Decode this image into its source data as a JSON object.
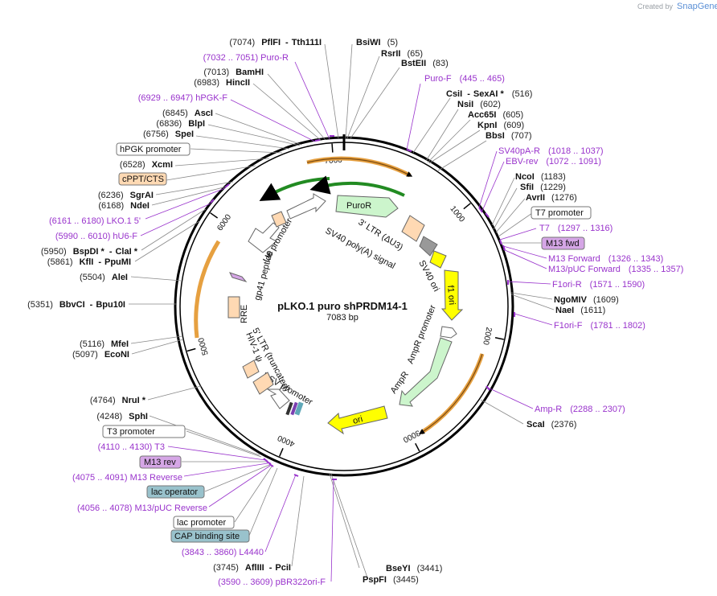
{
  "watermark": {
    "text": "Created by",
    "brand": "SnapGene",
    "brand_color": "#5a8fd6"
  },
  "plasmid": {
    "name": "pLKO.1 puro shPRDM14-1",
    "size": "7083 bp",
    "length": 7083
  },
  "tick_labels": [
    "1000",
    "2000",
    "3000",
    "4000",
    "5000",
    "6000",
    "7000"
  ],
  "colors": {
    "backbone": "#000000",
    "promoter": "#ffffff",
    "orf_green": "#ccf5cc",
    "ori_yellow": "#ffff00",
    "ltr_peach": "#ffd9b3",
    "sv40_gray": "#999999",
    "primer": "#9933cc",
    "arc_orange": "#e6a040",
    "arc_green": "#228b22",
    "misc_blue": "#99c2cc",
    "m13_purple": "#d5a6e6"
  },
  "features": [
    {
      "name": "PuroR",
      "shape": "arrow",
      "fill": "orf_green"
    },
    {
      "name": "3' LTR (ΔU3)",
      "shape": "box",
      "fill": "ltr_peach"
    },
    {
      "name": "SV40 poly(A) signal",
      "shape": "box",
      "fill": "sv40_gray"
    },
    {
      "name": "SV40 ori",
      "shape": "box",
      "fill": "ori_yellow"
    },
    {
      "name": "f1 ori",
      "shape": "arrow",
      "fill": "ori_yellow"
    },
    {
      "name": "AmpR promoter",
      "shape": "arrow",
      "fill": "promoter"
    },
    {
      "name": "AmpR",
      "shape": "arrow",
      "fill": "orf_green"
    },
    {
      "name": "ori",
      "shape": "arrow",
      "fill": "ori_yellow"
    },
    {
      "name": "RSV promoter",
      "shape": "arrow",
      "fill": "promoter"
    },
    {
      "name": "5' LTR (truncated)",
      "shape": "box",
      "fill": "ltr_peach"
    },
    {
      "name": "HIV-1 ψ",
      "shape": "box",
      "fill": "ltr_peach"
    },
    {
      "name": "RRE",
      "shape": "box",
      "fill": "ltr_peach"
    },
    {
      "name": "gp41 peptide",
      "shape": "box",
      "fill": "m13_purple"
    },
    {
      "name": "U6 promoter",
      "shape": "arrow",
      "fill": "promoter"
    }
  ],
  "labels_left": [
    {
      "pos": "(7074)",
      "name": "PflFI",
      "sep": "-",
      "name2": "Tth111I"
    },
    {
      "pos": "",
      "name": "",
      "primer": "(7032 .. 7051)  Puro-R"
    },
    {
      "pos": "(7013)",
      "name": "BamHI"
    },
    {
      "pos": "(6983)",
      "name": "HincII"
    },
    {
      "pos": "",
      "name": "",
      "primer": "(6929 .. 6947)  hPGK-F"
    },
    {
      "pos": "(6845)",
      "name": "AscI"
    },
    {
      "pos": "(6836)",
      "name": "BlpI"
    },
    {
      "pos": "(6756)",
      "name": "SpeI"
    },
    {
      "box": "hPGK promoter"
    },
    {
      "pos": "(6528)",
      "name": "XcmI"
    },
    {
      "box": "cPPT/CTS"
    },
    {
      "pos": "(6236)",
      "name": "SgrAI"
    },
    {
      "pos": "(6168)",
      "name": "NdeI"
    },
    {
      "pos": "",
      "name": "",
      "primer": "(6161 .. 6180)  LKO.1 5'"
    },
    {
      "pos": "",
      "name": "",
      "primer": "(5990 .. 6010)  hU6-F"
    },
    {
      "pos": "(5950)",
      "name": "BspDI *",
      "sep": "-",
      "name2": "ClaI *"
    },
    {
      "pos": "(5861)",
      "name": "KflI",
      "sep": "-",
      "name2": "PpuMI"
    },
    {
      "pos": "(5504)",
      "name": "AleI"
    },
    {
      "pos": "(5351)",
      "name": "BbvCI",
      "sep": "-",
      "name2": "Bpu10I"
    },
    {
      "pos": "(5116)",
      "name": "MfeI"
    },
    {
      "pos": "(5097)",
      "name": "EcoNI"
    },
    {
      "pos": "(4764)",
      "name": "NruI *"
    },
    {
      "pos": "(4248)",
      "name": "SphI"
    },
    {
      "box": "T3 promoter"
    },
    {
      "pos": "",
      "name": "",
      "primer": "(4110 .. 4130)  T3"
    },
    {
      "box": "M13 rev"
    },
    {
      "pos": "",
      "name": "",
      "primer": "(4075 .. 4091)  M13 Reverse"
    },
    {
      "box": "lac operator"
    },
    {
      "pos": "",
      "name": "",
      "primer": "(4056 .. 4078)  M13/pUC Reverse"
    },
    {
      "box": "lac promoter"
    },
    {
      "box": "CAP binding site"
    },
    {
      "pos": "",
      "name": "",
      "primer": "(3843 .. 3860)  L4440"
    },
    {
      "pos": "(3745)",
      "name": "AflIII",
      "sep": "-",
      "name2": "PciI"
    },
    {
      "pos": "",
      "name": "",
      "primer": "(3590 .. 3609)  pBR322ori-F"
    }
  ],
  "labels_right": [
    {
      "name": "BsiWI",
      "pos": "(5)"
    },
    {
      "name": "RsrII",
      "pos": "(65)"
    },
    {
      "name": "BstEII",
      "pos": "(83)"
    },
    {
      "primer": "Puro-F",
      "range": "(445 .. 465)"
    },
    {
      "name": "CsiI",
      "sep": "-",
      "name2": "SexAI *",
      "pos": "(516)"
    },
    {
      "name": "NsiI",
      "pos": "(602)"
    },
    {
      "name": "Acc65I",
      "pos": "(605)"
    },
    {
      "name": "KpnI",
      "pos": "(609)"
    },
    {
      "name": "BbsI",
      "pos": "(707)"
    },
    {
      "primer": "SV40pA-R",
      "range": "(1018 .. 1037)"
    },
    {
      "primer": "EBV-rev",
      "range": "(1072 .. 1091)"
    },
    {
      "name": "NcoI",
      "pos": "(1183)"
    },
    {
      "name": "SfiI",
      "pos": "(1229)"
    },
    {
      "name": "AvrII",
      "pos": "(1276)"
    },
    {
      "box": "T7 promoter"
    },
    {
      "primer": "T7",
      "range": "(1297 .. 1316)"
    },
    {
      "box": "M13 fwd"
    },
    {
      "primer": "M13 Forward",
      "range": "(1326 .. 1343)"
    },
    {
      "primer": "M13/pUC Forward",
      "range": "(1335 .. 1357)"
    },
    {
      "primer": "F1ori-R",
      "range": "(1571 .. 1590)"
    },
    {
      "name": "NgoMIV",
      "pos": "(1609)"
    },
    {
      "name": "NaeI",
      "pos": "(1611)"
    },
    {
      "primer": "F1ori-F",
      "range": "(1781 .. 1802)"
    },
    {
      "primer": "Amp-R",
      "range": "(2288 .. 2307)"
    },
    {
      "name": "ScaI",
      "pos": "(2376)"
    },
    {
      "name": "BseYI",
      "pos": "(3441)"
    },
    {
      "name": "PspFI",
      "pos": "(3445)"
    }
  ]
}
